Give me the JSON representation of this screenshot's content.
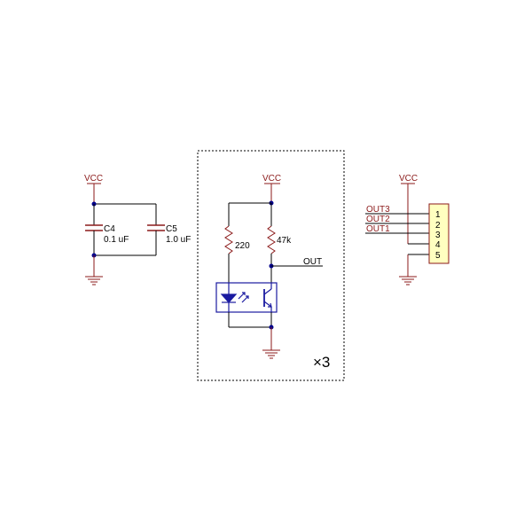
{
  "colors": {
    "wire": "#000000",
    "net_label": "#8b1a1a",
    "component": "#8b1a1a",
    "optocoupler": "#1a1aa0",
    "connector_fill": "#ffffc0",
    "junction": "#00008b"
  },
  "left": {
    "vcc": "VCC",
    "c4": {
      "ref": "C4",
      "value": "0.1 uF"
    },
    "c5": {
      "ref": "C5",
      "value": "1.0 uF"
    }
  },
  "middle": {
    "vcc": "VCC",
    "r_led": "220",
    "r_pullup": "47k",
    "out": "OUT",
    "multiplier": "×3"
  },
  "right": {
    "vcc": "VCC",
    "nets": [
      "OUT3",
      "OUT2",
      "OUT1"
    ],
    "pins": [
      "1",
      "2",
      "3",
      "4",
      "5"
    ]
  }
}
